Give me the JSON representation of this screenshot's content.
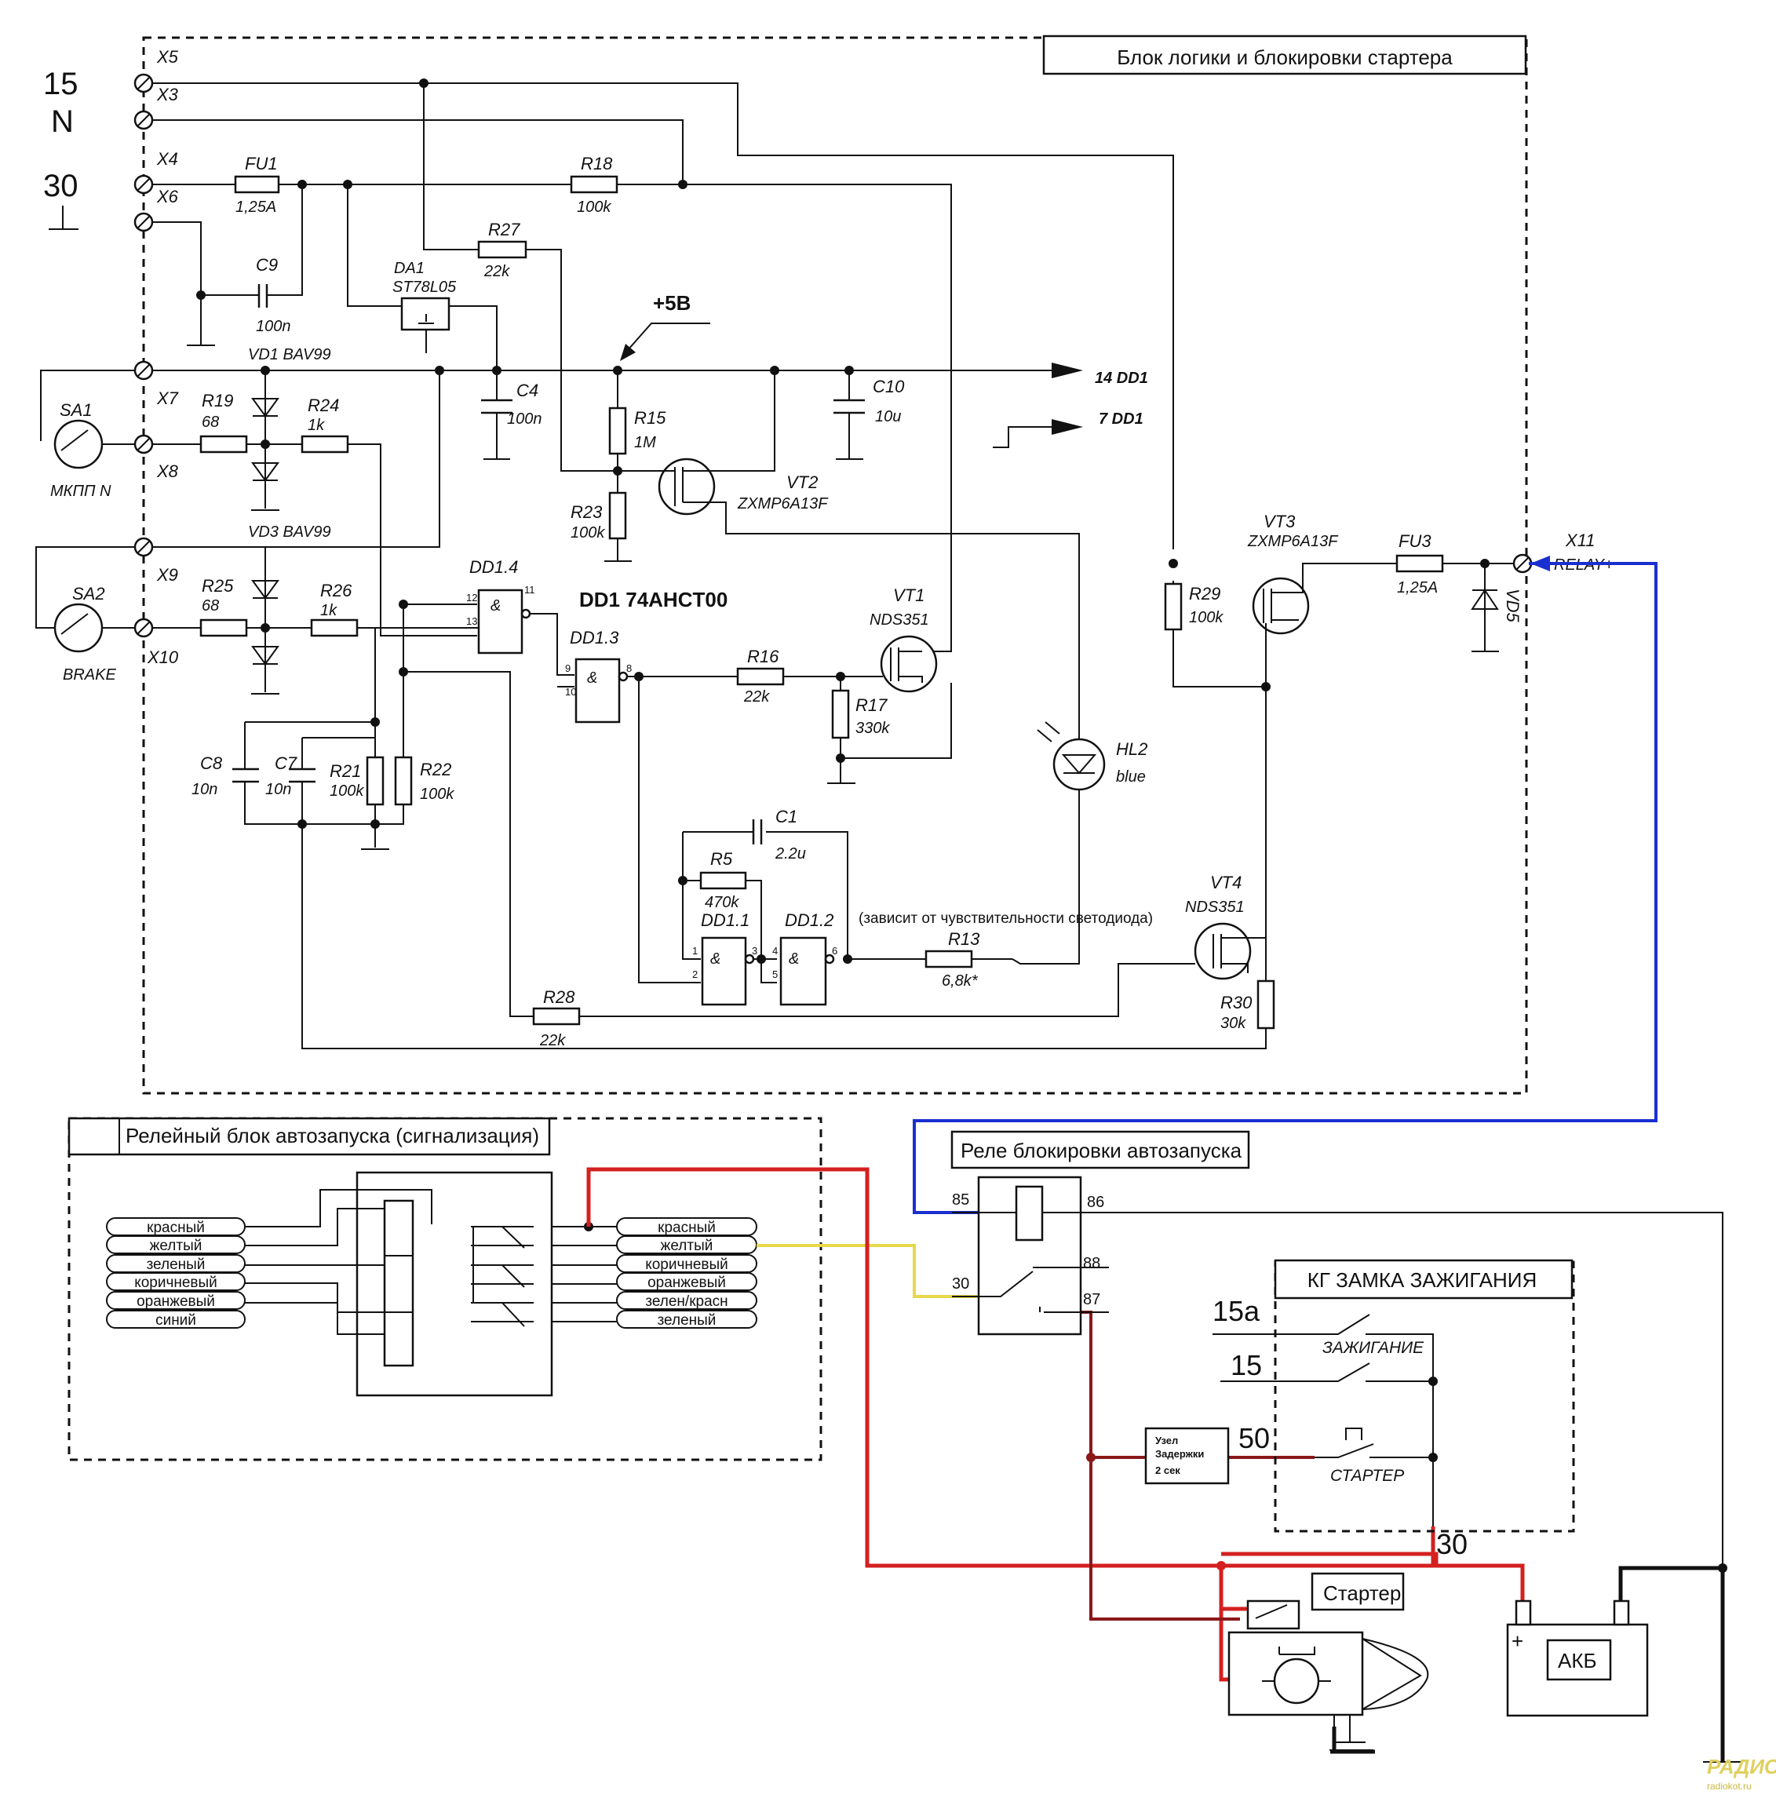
{
  "terminals": {
    "left_labels": [
      "15",
      "N",
      "30"
    ],
    "x5": "X5",
    "x3": "X3",
    "x4": "X4",
    "x6": "X6",
    "x7": "X7",
    "x8": "X8",
    "x9": "X9",
    "x10": "X10",
    "x11": "X11",
    "relay_plus": "RELAY+"
  },
  "logic_block": {
    "title": "Блок логики и блокировки стартера"
  },
  "components": {
    "fu1": "FU1",
    "fu1_val": "1,25A",
    "r18": "R18",
    "r18_val": "100k",
    "r27": "R27",
    "r27_val": "22k",
    "c9": "C9",
    "c9_val": "100n",
    "da1": "DA1",
    "da1_val": "ST78L05",
    "plus5": "+5B",
    "c4": "C4",
    "c4_val": "100n",
    "r15": "R15",
    "r15_val": "1M",
    "c10": "C10",
    "c10_val": "10u",
    "dd1_14": "14 DD1",
    "dd1_7": "7 DD1",
    "vd1": "VD1 BAV99",
    "r19": "R19",
    "r19_val": "68",
    "r24": "R24",
    "r24_val": "1k",
    "sa1": "SA1",
    "sa1_name": "МКПП N",
    "r23": "R23",
    "r23_val": "100k",
    "vt2": "VT2",
    "vt2_val": "ZXMP6A13F",
    "vd3": "VD3 BAV99",
    "r25": "R25",
    "r25_val": "68",
    "r26": "R26",
    "r26_val": "1k",
    "sa2": "SA2",
    "sa2_name": "BRAKE",
    "dd14": "DD1.4",
    "dd1_title": "DD1 74AHCT00",
    "dd13": "DD1.3",
    "vt1": "VT1",
    "vt1_val": "NDS351",
    "r16": "R16",
    "r16_val": "22k",
    "r17": "R17",
    "r17_val": "330k",
    "hl2": "HL2",
    "hl2_val": "blue",
    "c8": "C8",
    "c8_val": "10n",
    "c7": "C7",
    "c7_val": "10n",
    "r21": "R21",
    "r21_val": "100k",
    "r22": "R22",
    "r22_val": "100k",
    "c1": "C1",
    "c1_val": "2.2u",
    "r5": "R5",
    "r5_val": "470k",
    "dd11": "DD1.1",
    "dd12": "DD1.2",
    "r13": "R13",
    "r13_val": "6,8k*",
    "note": "(зависит от чувствительности светодиода)",
    "vt4": "VT4",
    "vt4_val": "NDS351",
    "r28": "R28",
    "r28_val": "22k",
    "r30": "R30",
    "r30_val": "30k",
    "vt3": "VT3",
    "vt3_val": "ZXMP6A13F",
    "fu3": "FU3",
    "fu3_val": "1,25A",
    "r29": "R29",
    "r29_val": "100k",
    "vd5": "VD5",
    "and": "&"
  },
  "pins": {
    "p12": "12",
    "p13": "13",
    "p11": "11",
    "p9": "9",
    "p10": "10",
    "p8": "8",
    "p1": "1",
    "p2": "2",
    "p3": "3",
    "p4": "4",
    "p5": "5",
    "p6": "6"
  },
  "relay_block": {
    "title": "Релейный блок автозапуска (сигнализация)",
    "left_wires": [
      "красный",
      "желтый",
      "зеленый",
      "коричневый",
      "оранжевый",
      "синий"
    ],
    "right_wires": [
      "красный",
      "желтый",
      "коричневый",
      "оранжевый",
      "зелен/красн",
      "зеленый"
    ]
  },
  "lock_relay": {
    "title": "Реле блокировки автозапуска",
    "p85": "85",
    "p86": "86",
    "p30": "30",
    "p88": "88",
    "p87": "87"
  },
  "ignition": {
    "title": "КГ ЗАМКА ЗАЖИГАНИЯ",
    "t15a": "15a",
    "t15": "15",
    "t50": "50",
    "t30": "30",
    "ignition": "ЗАЖИГАНИЕ",
    "starter": "СТАРТЕР"
  },
  "delay": {
    "l1": "Узел",
    "l2": "Задержки",
    "l3": "2 сек"
  },
  "starter": {
    "title": "Стартер"
  },
  "battery": {
    "label": "АКБ",
    "plus": "+"
  },
  "watermark": {
    "l1": "РАДИОКОТ",
    "l2": "radiokot.ru"
  },
  "colors": {
    "red": "#d42020",
    "dark_red": "#8a1818",
    "yellow": "#e8d84a",
    "blue": "#1a2fd0",
    "black": "#111111"
  }
}
